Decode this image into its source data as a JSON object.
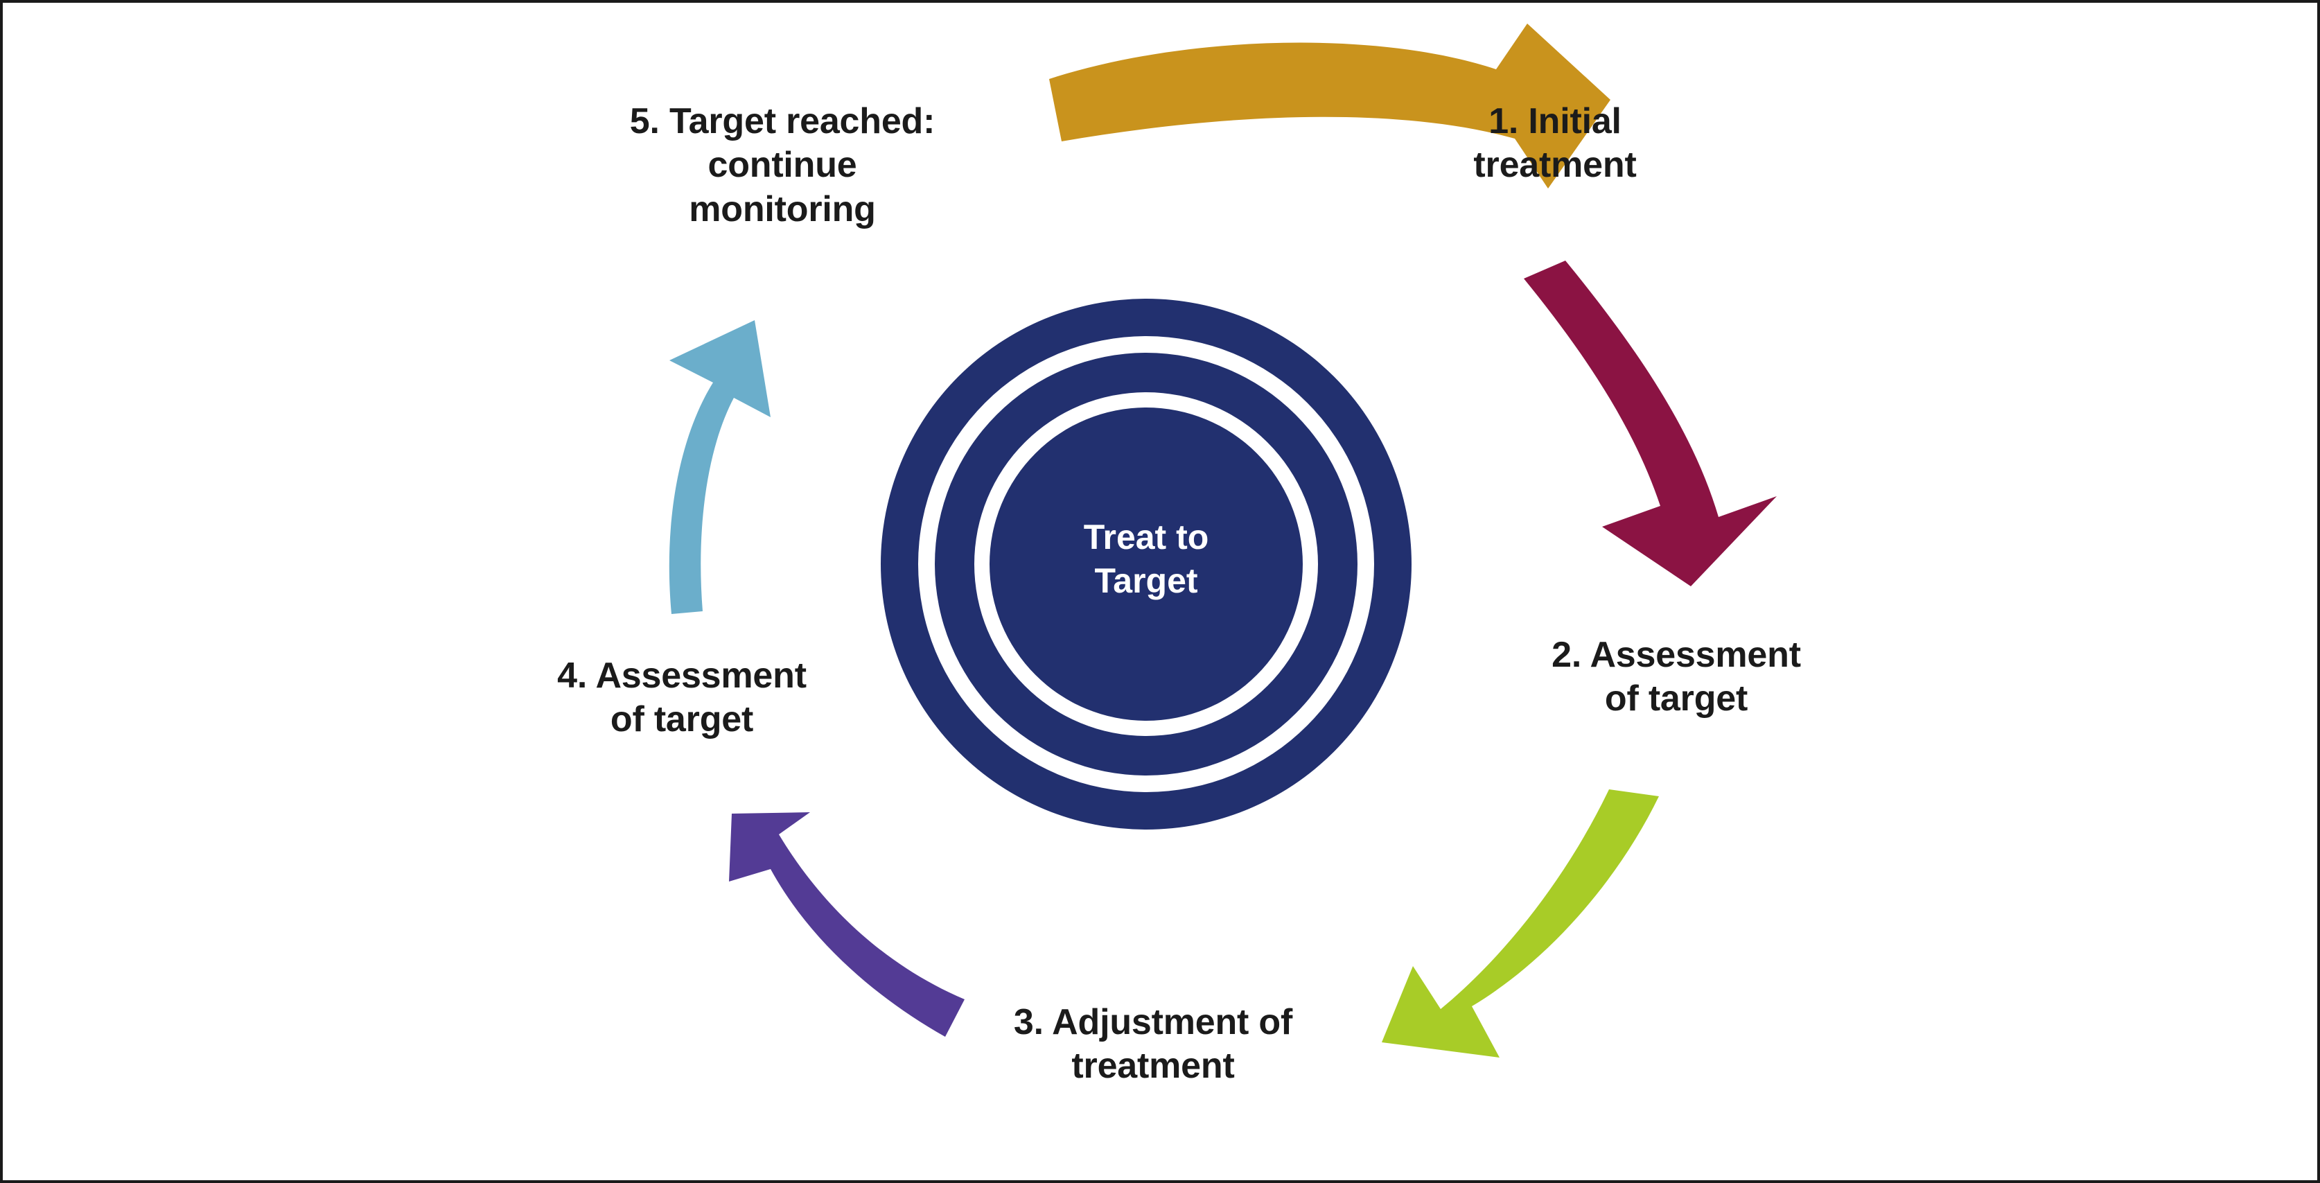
{
  "diagram": {
    "title": "Treat to Target cycle",
    "center": {
      "label": "Treat to\nTarget",
      "rings": 3,
      "color": "#22306F"
    },
    "steps": [
      {
        "id": "step-1",
        "number": "1",
        "label": "1. Initial\ntreatment",
        "position": "top-right"
      },
      {
        "id": "step-2",
        "number": "2",
        "label": "2. Assessment\nof target",
        "position": "right"
      },
      {
        "id": "step-3",
        "number": "3",
        "label": "3. Adjustment of\ntreatment",
        "position": "bottom"
      },
      {
        "id": "step-4",
        "number": "4",
        "label": "4. Assessment\nof target",
        "position": "left"
      },
      {
        "id": "step-5",
        "number": "5",
        "label": "5. Target reached:\ncontinue\nmonitoring",
        "position": "top-left"
      }
    ],
    "arrows": [
      {
        "id": "arrow-top",
        "name": "gold-arrow",
        "from": "5. Target reached: continue monitoring",
        "to": "1. Initial treatment",
        "color": "#C9931D",
        "direction": "right"
      },
      {
        "id": "arrow-right",
        "name": "burgundy-arrow",
        "from": "1. Initial treatment",
        "to": "2. Assessment of target",
        "color": "#8B1343",
        "direction": "down"
      },
      {
        "id": "arrow-bottom",
        "name": "green-arrow",
        "from": "2. Assessment of target",
        "to": "3. Adjustment of treatment",
        "color": "#A8CC27",
        "direction": "down-left"
      },
      {
        "id": "arrow-left",
        "name": "purple-arrow",
        "from": "3. Adjustment of treatment",
        "to": "4. Assessment of target",
        "color": "#533B95",
        "direction": "up-left"
      },
      {
        "id": "arrow-upleft",
        "name": "light-blue-arrow",
        "from": "4. Assessment of target",
        "to": "5. Target reached: continue monitoring",
        "color": "#6BAECB",
        "direction": "up"
      }
    ],
    "colors": {
      "navy": "#22306F",
      "gold": "#C9931D",
      "burgundy": "#8B1343",
      "green": "#A8CC27",
      "purple": "#533B95",
      "light_blue": "#6BAECB",
      "text": "#1b1b1b",
      "background": "#ffffff",
      "border": "#1a1a1a"
    }
  }
}
